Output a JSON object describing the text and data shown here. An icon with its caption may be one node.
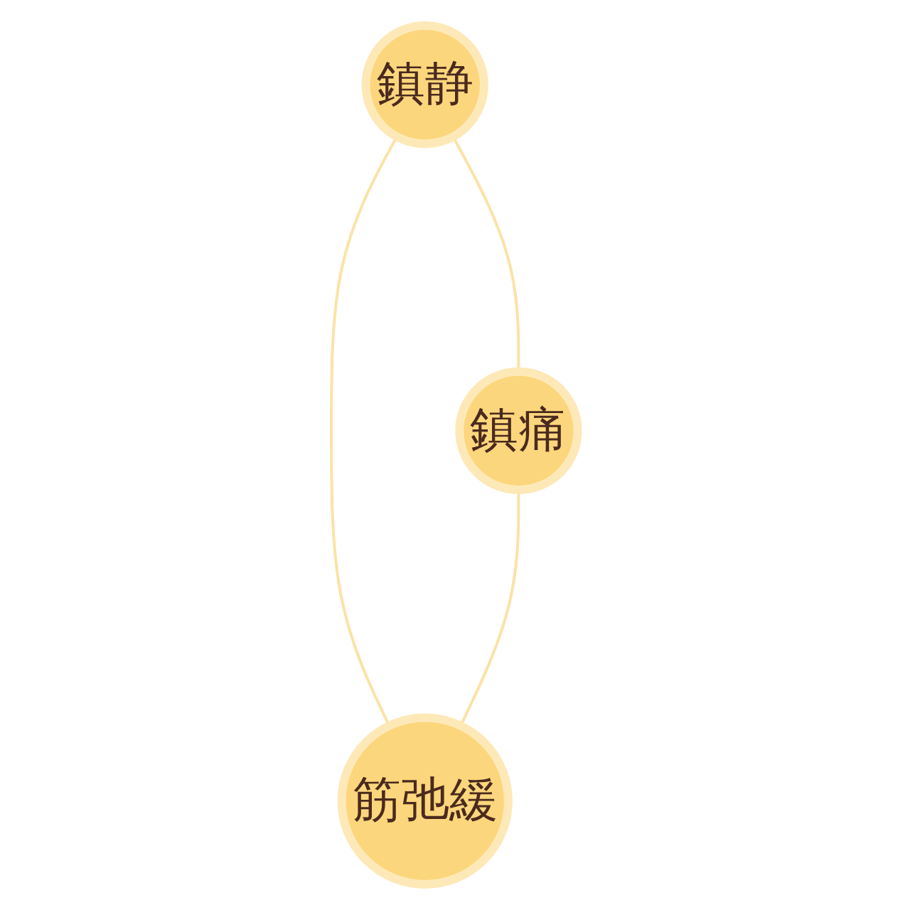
{
  "diagram": {
    "nodes": [
      {
        "text": [
          "鎮静"
        ]
      },
      {
        "text": [
          "鎮痛"
        ]
      },
      {
        "text": [
          "筋弛緩"
        ]
      }
    ],
    "edges": [
      {
        "from": 0,
        "to": 1,
        "arrow": "none"
      },
      {
        "from": 0,
        "to": 2,
        "arrow": "none"
      },
      {
        "from": 1,
        "to": 2,
        "arrow": "none"
      }
    ]
  }
}
